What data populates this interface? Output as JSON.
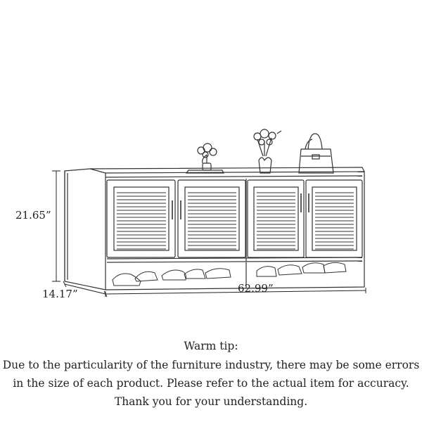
{
  "dimensions": {
    "height": "21.65”",
    "depth": "14.17”",
    "width": "62.99”"
  },
  "tip": {
    "title": "Warm tip:",
    "lines": [
      "Due to the particularity of the furniture industry, there may be some errors",
      "in the size of each product. Please refer to the actual item for accuracy.",
      "Thank you for your understanding."
    ]
  }
}
